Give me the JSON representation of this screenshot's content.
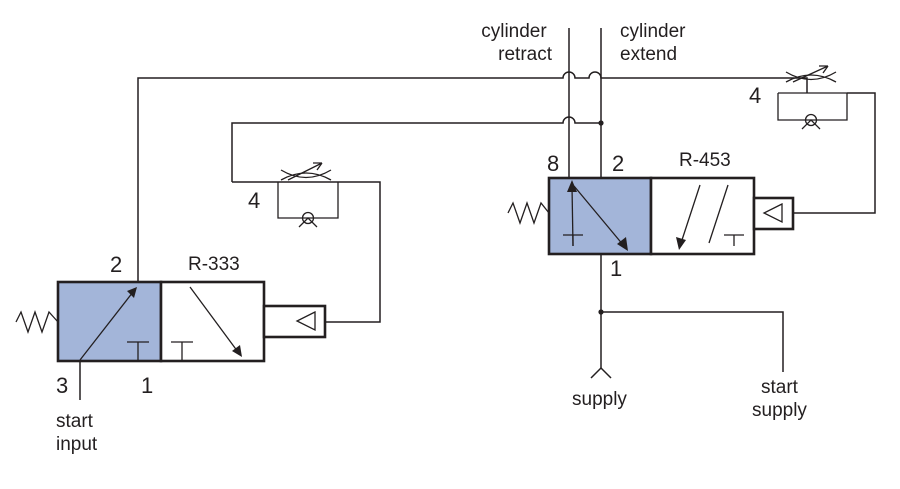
{
  "labels": {
    "cylinder_retract": [
      "cylinder",
      "retract"
    ],
    "cylinder_extend": [
      "cylinder",
      "extend"
    ],
    "supply": "supply",
    "start_supply": [
      "start",
      "supply"
    ],
    "start_input": [
      "start",
      "input"
    ]
  },
  "valve_left": {
    "name": "R-333",
    "port_top": "2",
    "port_bottom_left": "3",
    "port_bottom_right": "1",
    "throttle_number": "4"
  },
  "valve_right": {
    "name": "R-453",
    "port_top_left": "8",
    "port_top_right": "2",
    "port_bottom": "1",
    "throttle_number": "4"
  },
  "colors": {
    "actuated_fill": "#a3b5d9",
    "line": "#231f20",
    "background": "#ffffff"
  }
}
